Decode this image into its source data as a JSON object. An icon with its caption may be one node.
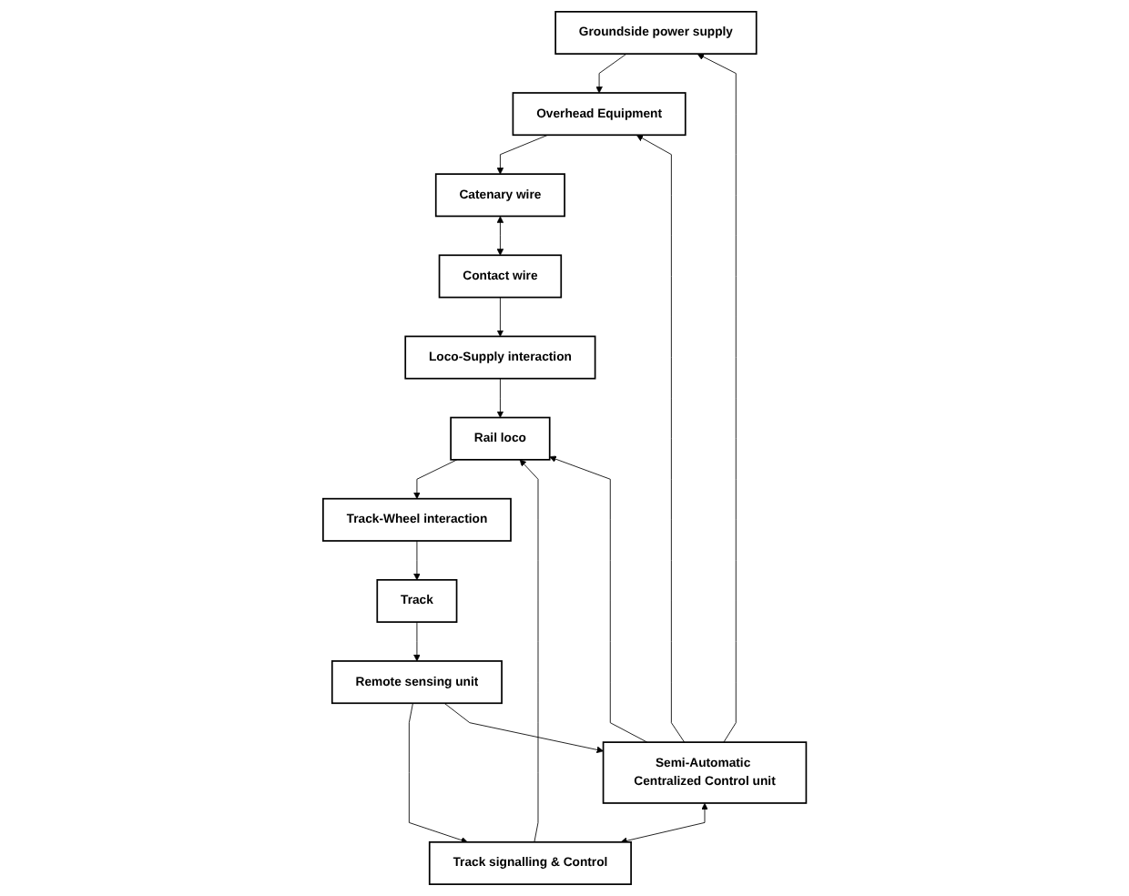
{
  "diagram": {
    "nodes": [
      {
        "text": [
          "Groundside power supply"
        ]
      },
      {
        "text": [
          "Overhead Equipment"
        ]
      },
      {
        "text": [
          "Catenary wire"
        ]
      },
      {
        "text": [
          "Contact wire"
        ]
      },
      {
        "text": [
          "Loco-Supply interaction"
        ]
      },
      {
        "text": [
          "Semi-Automatic Centralized Control unit"
        ]
      },
      {
        "text": [
          "Rail loco"
        ]
      },
      {
        "text": [
          "Track signalling & Control"
        ]
      },
      {
        "text": [
          "Track-Wheel interaction"
        ]
      },
      {
        "text": [
          "Remote sensing unit"
        ]
      },
      {
        "text": [
          "Track"
        ]
      }
    ],
    "edges": [
      {
        "from": 0,
        "to": 1,
        "arrow": "to"
      },
      {
        "from": 1,
        "to": 2,
        "arrow": "to"
      },
      {
        "from": 2,
        "to": 3,
        "arrow": "both"
      },
      {
        "from": 3,
        "to": 4,
        "arrow": "to"
      },
      {
        "from": 4,
        "to": 6,
        "arrow": "to"
      },
      {
        "from": 5,
        "to": 0,
        "arrow": "to"
      },
      {
        "from": 5,
        "to": 1,
        "arrow": "to"
      },
      {
        "from": 5,
        "to": 6,
        "arrow": "to"
      },
      {
        "from": 7,
        "to": 6,
        "arrow": "to"
      },
      {
        "from": 5,
        "to": 7,
        "arrow": "both"
      },
      {
        "from": 6,
        "to": 8,
        "arrow": "to"
      },
      {
        "from": 8,
        "to": 10,
        "arrow": "to"
      },
      {
        "from": 10,
        "to": 9,
        "arrow": "to"
      },
      {
        "from": 9,
        "to": 7,
        "arrow": "to"
      },
      {
        "from": 9,
        "to": 5,
        "arrow": "to"
      }
    ]
  }
}
